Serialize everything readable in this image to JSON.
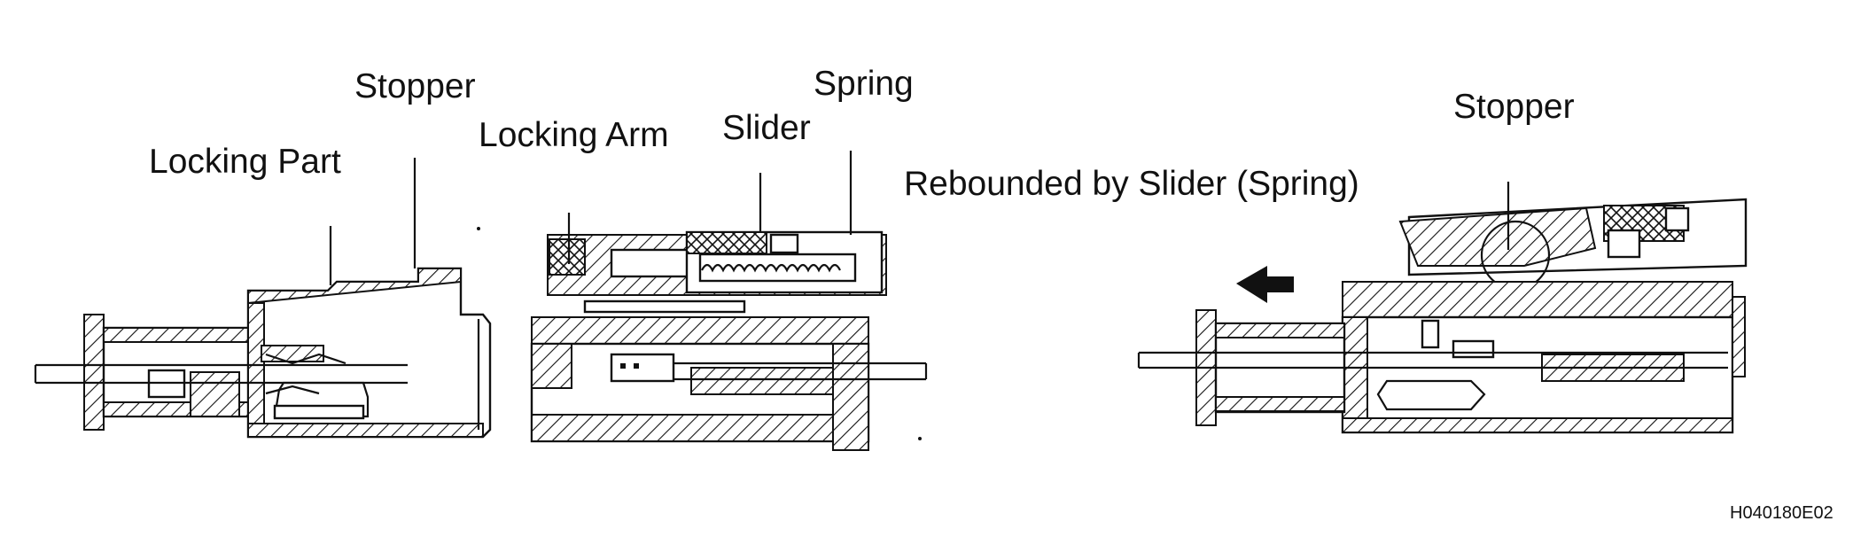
{
  "labels": {
    "locking_part": "Locking Part",
    "stopper_left": "Stopper",
    "locking_arm": "Locking Arm",
    "slider": "Slider",
    "spring": "Spring",
    "rebounded": "Rebounded by Slider (Spring)",
    "stopper_right": "Stopper",
    "figure_code": "H040180E02"
  },
  "colors": {
    "line": "#111111",
    "background": "#ffffff"
  },
  "icons": {
    "direction_arrow": "left-arrow-icon"
  }
}
